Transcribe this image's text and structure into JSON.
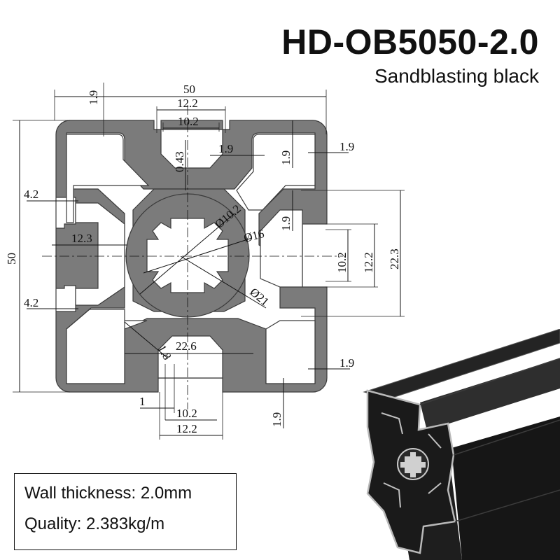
{
  "title": "HD-OB5050-2.0",
  "subtitle": "Sandblasting black",
  "dimensions": {
    "top_overall": "50",
    "top_wall": "1.9",
    "top_slot_outer": "12.2",
    "top_slot_inner": "10.2",
    "depth_043": "0.43",
    "inner_wall_a": "1.9",
    "inner_wall_b": "1.9",
    "right_wall_top": "1.9",
    "left_overall": "50",
    "left_lip_top": "4.2",
    "left_lip_bottom": "4.2",
    "left_to_core": "12.3",
    "right_wall_mid": "1.9",
    "bore_small": "Ø10.2",
    "bore_mid": "Ø16",
    "bore_large": "Ø21",
    "right_slot_inner": "10.2",
    "right_slot_outer": "12.2",
    "right_overall": "22.3",
    "diag_web": "1.8",
    "bottom_cavity": "22.6",
    "right_wall_bottom": "1.9",
    "bottom_lip": "1",
    "bottom_slot_inner": "10.2",
    "bottom_slot_outer": "12.2",
    "bottom_wall": "1.9"
  },
  "specs": {
    "wall_thickness": "Wall thickness: 2.0mm",
    "quality": "Quality: 2.383kg/m"
  },
  "colors": {
    "profile_fill": "#7a7a7a",
    "profile_edge": "#3a3a3a",
    "product_black": "#1a1a1a",
    "aluminium_edge": "#b8b8b8"
  }
}
